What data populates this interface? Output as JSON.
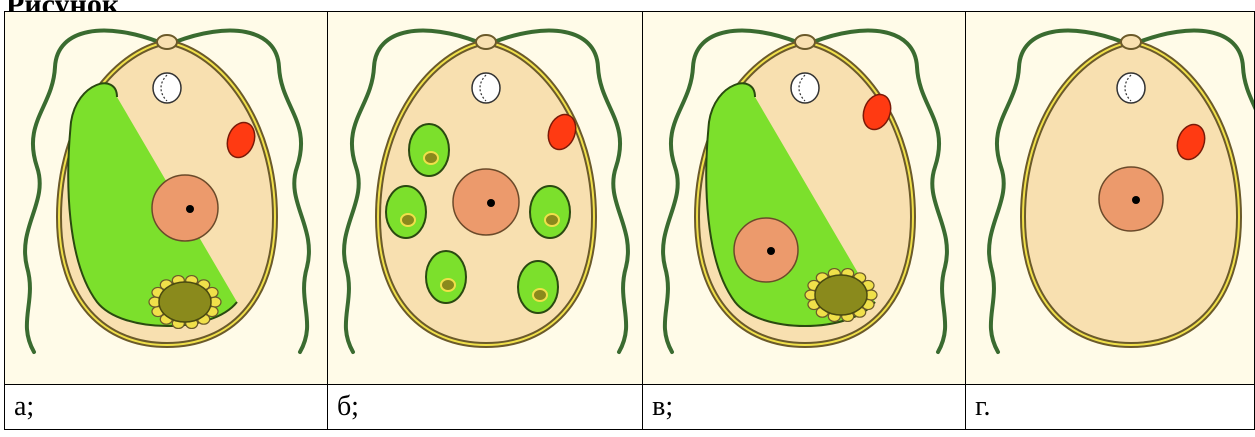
{
  "heading": "Рисунок",
  "panels": [
    {
      "label": "а;",
      "variant": "cup-chloroplast-with-pyrenoid"
    },
    {
      "label": "б;",
      "variant": "multiple-chloroplasts"
    },
    {
      "label": "в;",
      "variant": "cup-chloroplast-offset-nucleus"
    },
    {
      "label": "г.",
      "variant": "no-chloroplast"
    }
  ],
  "colors": {
    "cell_fill": "#f8e0b0",
    "cell_wall": "#6b5a2a",
    "chloroplast": "#7ce02c",
    "flagellum": "#3a6b30",
    "eyespot": "#ff3a12",
    "nucleus": "#ec9a6c",
    "pyrenoid": "#8a8a1c",
    "starch": "#f0e04a",
    "vacuole": "#ffffff",
    "background": "#fffbe8"
  }
}
